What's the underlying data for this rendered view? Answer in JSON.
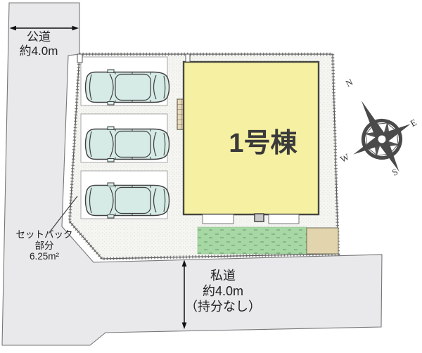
{
  "building": {
    "label": "1号棟"
  },
  "roads": {
    "public": {
      "name": "公道",
      "width": "約4.0m"
    },
    "private": {
      "name": "私道",
      "width": "約4.0m",
      "note": "（持分なし）"
    }
  },
  "setback": {
    "line1": "セットバック",
    "line2": "部分",
    "area": "6.25m²"
  },
  "compass": {
    "north": "N",
    "east": "E",
    "south": "S",
    "west": "W"
  },
  "parking": {
    "car_count": 3
  },
  "colors": {
    "building_fill": "#f5f0a2",
    "road_fill": "#e9e9ec",
    "lot_fill": "#f5f5f2",
    "lawn_fill": "#a7d7a4",
    "terrace_fill": "#e2d5ae",
    "porch_fill": "#e9d9ba",
    "car_fill": "#d6eae6",
    "line_color": "#4a4a4a"
  }
}
